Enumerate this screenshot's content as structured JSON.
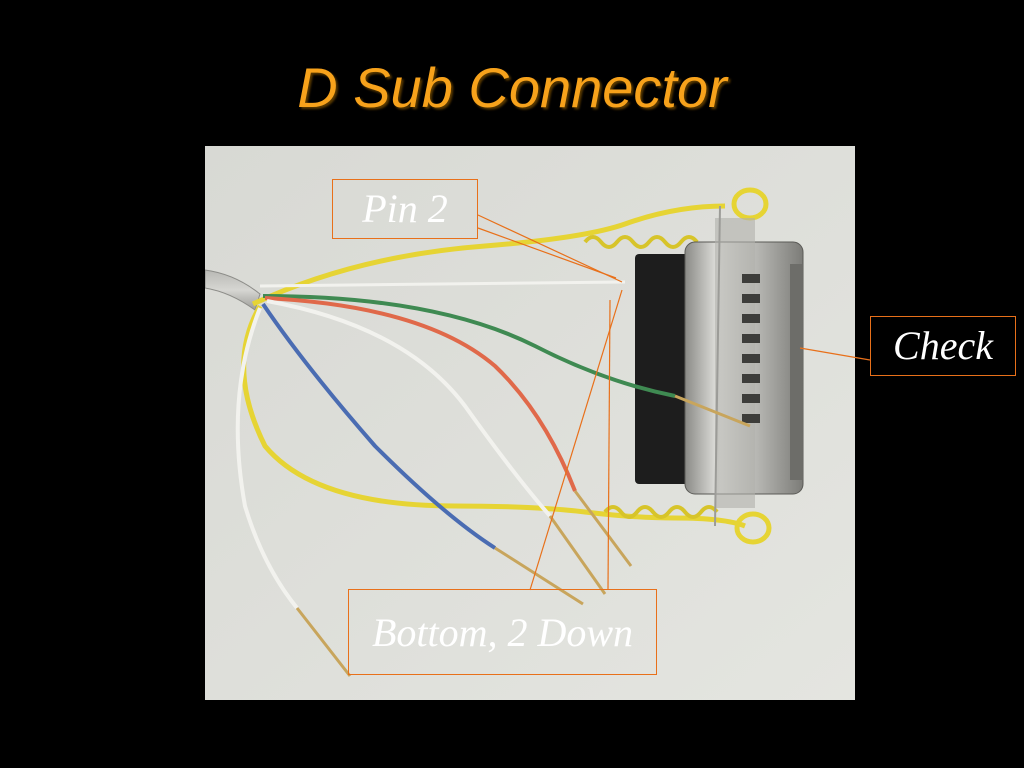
{
  "slide": {
    "title": "D Sub Connector"
  },
  "callouts": {
    "pin2": "Pin 2",
    "check": "Check",
    "bottom": "Bottom, 2 Down"
  },
  "colors": {
    "background": "#000000",
    "title": "#f7a21b",
    "callout_border": "#e8701a",
    "photo_background": "#dcddd8"
  }
}
